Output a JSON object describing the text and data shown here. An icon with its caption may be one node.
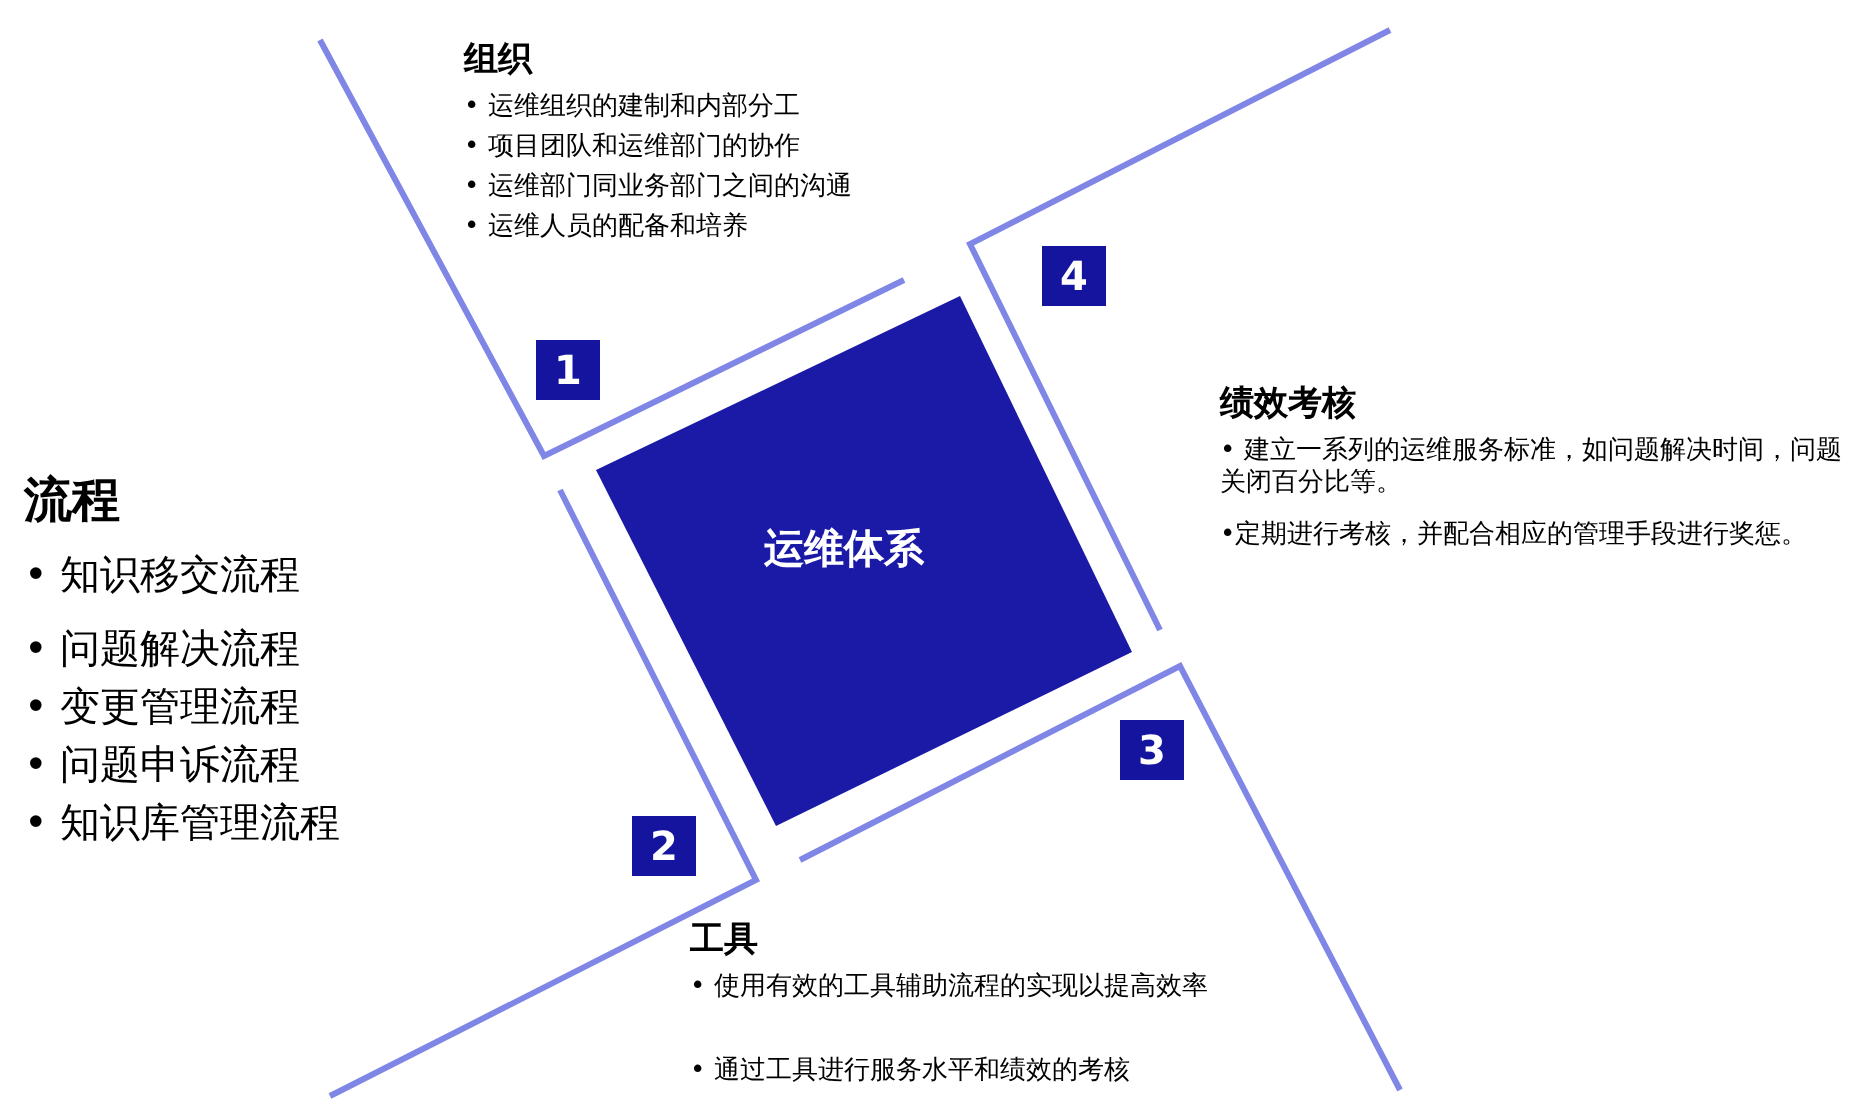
{
  "diagram": {
    "nodes": [
      {
        "text": [
          "运维体系"
        ]
      },
      {
        "text": [
          "1"
        ]
      },
      {
        "text": [
          "2"
        ]
      },
      {
        "text": [
          "3"
        ]
      },
      {
        "text": [
          "4"
        ]
      }
    ],
    "labels": [
      "组织",
      "• 运维组织的建制和内部分工",
      "• 项目团队和运维部门的协作",
      "• 运维部门同业务部门之间的沟通",
      "• 运维人员的配备和培养",
      "绩效考核",
      "• 建立一系列的运维服务标准，如问题解决时间，问题关闭百分比等。",
      "•定期进行考核，并配合相应的管理手段进行奖惩。",
      "流程",
      "• 知识移交流程",
      "• 问题解决流程",
      "• 变更管理流程",
      "• 问题申诉流程",
      "• 知识库管理流程",
      "工具",
      "• 使用有效的工具辅助流程的实现以提高效率",
      "• 通过工具进行服务水平和绩效的考核"
    ]
  }
}
